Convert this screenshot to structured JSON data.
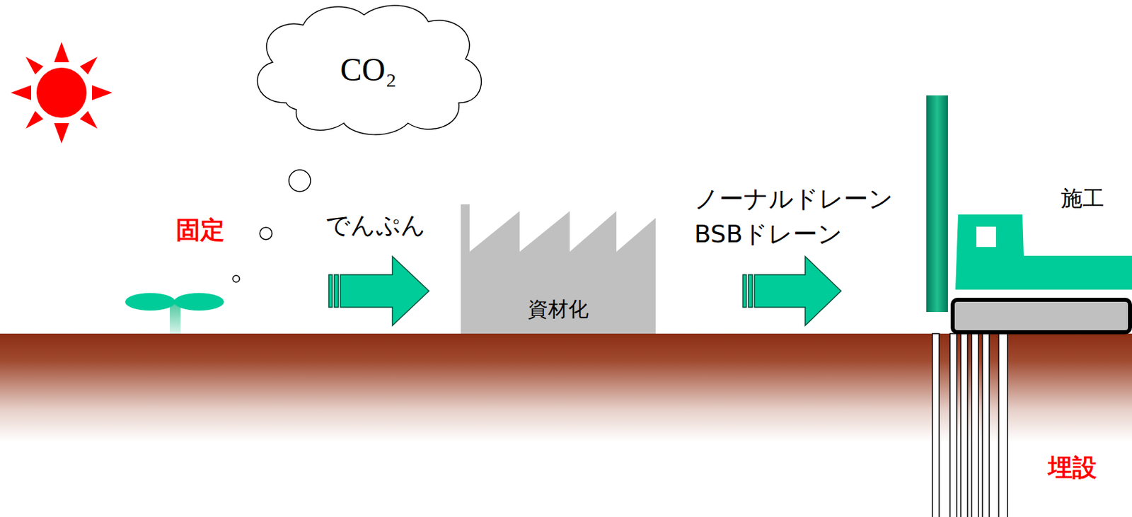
{
  "diagram": {
    "nodes": [
      {
        "text": [
          "CO₂"
        ]
      },
      {
        "text": [
          "資材化"
        ]
      }
    ],
    "labels": [
      "固定",
      "でんぷん",
      "ノーナルドレーン BSBドレーン",
      "施工",
      "埋設"
    ]
  }
}
